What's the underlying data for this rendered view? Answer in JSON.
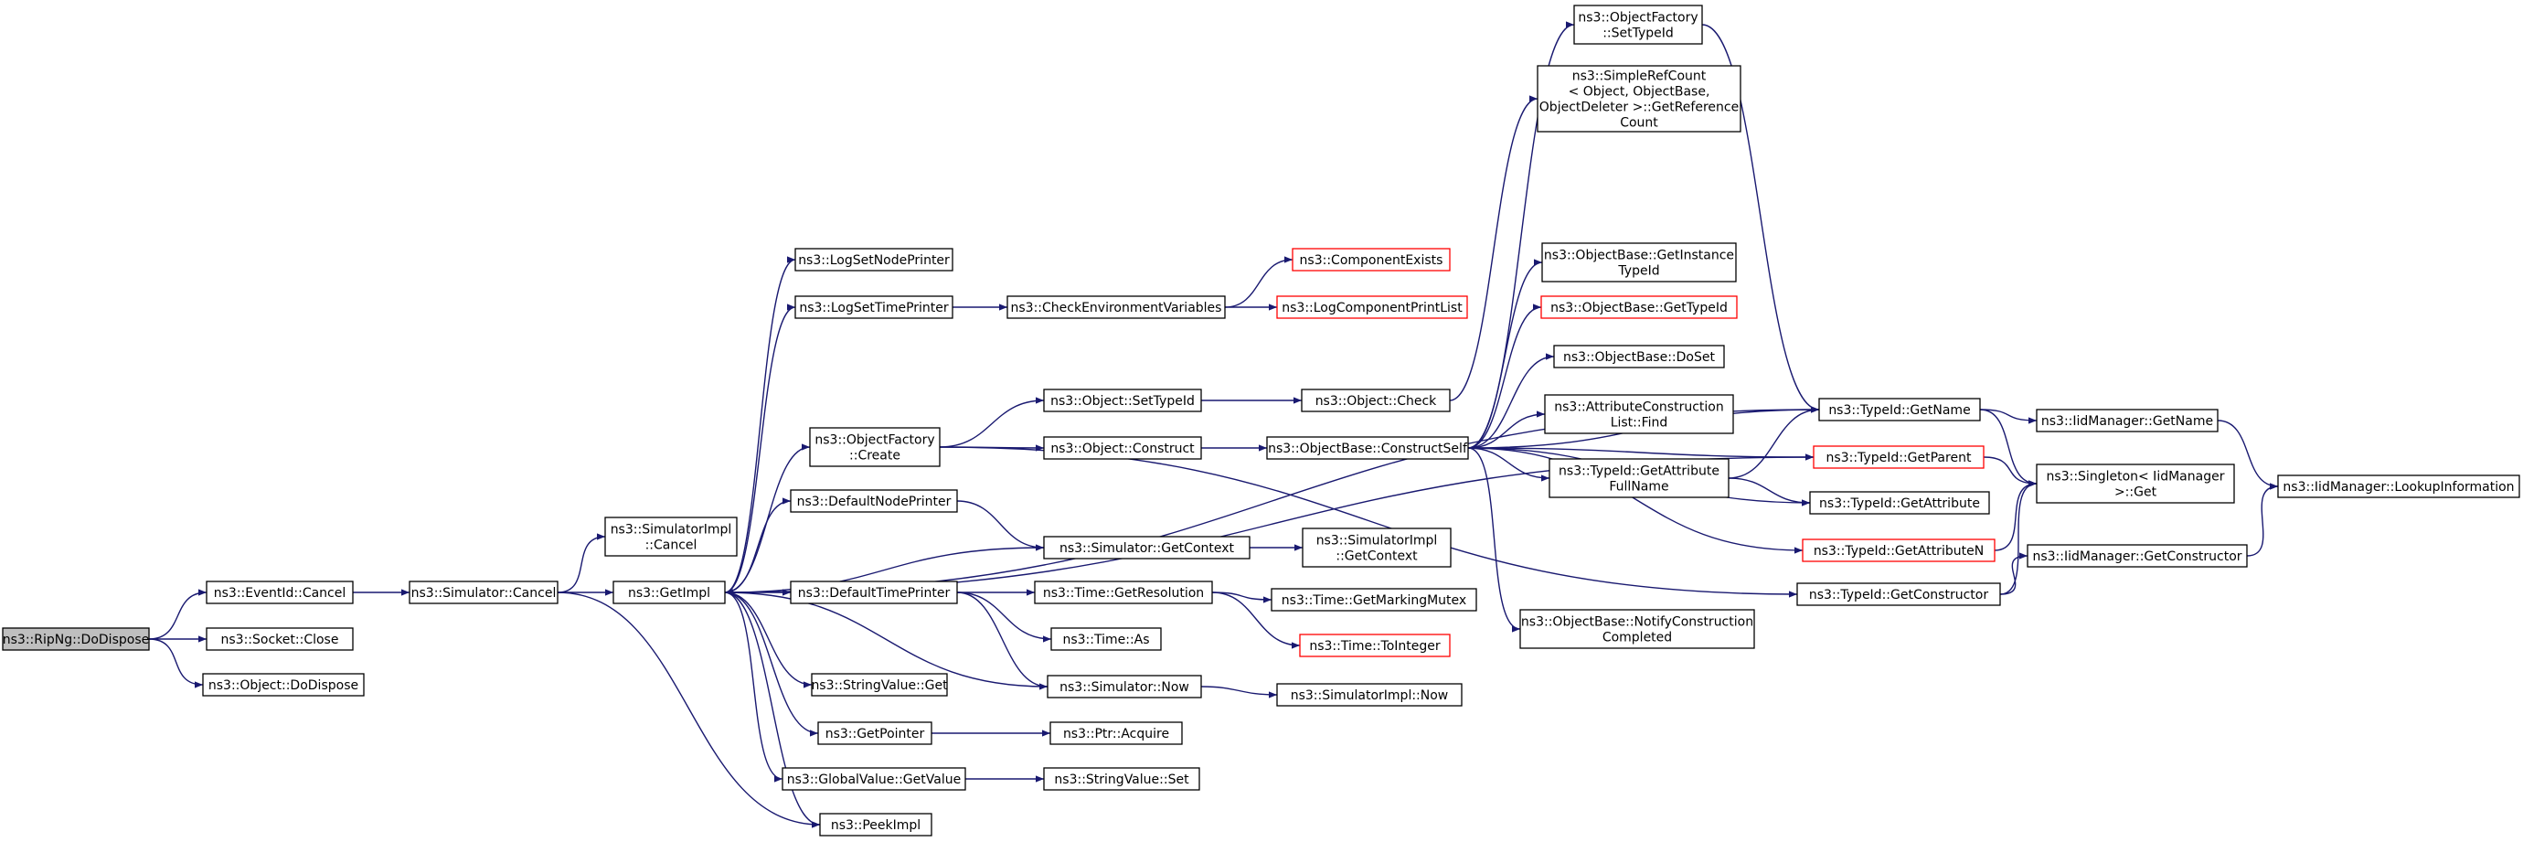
{
  "colors": {
    "edge": "#191970",
    "node_border": "#000000",
    "node_border_incomplete": "#ff0000",
    "root_fill": "#bfbfbf",
    "node_fill": "#ffffff"
  },
  "nodes": [
    {
      "id": "n_ripng_dodispose",
      "lines": [
        "ns3::RipNg::DoDispose"
      ],
      "style": "root"
    },
    {
      "id": "n_eventid_cancel",
      "lines": [
        "ns3::EventId::Cancel"
      ]
    },
    {
      "id": "n_socket_close",
      "lines": [
        "ns3::Socket::Close"
      ]
    },
    {
      "id": "n_object_dodispose",
      "lines": [
        "ns3::Object::DoDispose"
      ]
    },
    {
      "id": "n_simulator_cancel",
      "lines": [
        "ns3::Simulator::Cancel"
      ]
    },
    {
      "id": "n_simulatorimpl_cancel",
      "lines": [
        "ns3::SimulatorImpl",
        "::Cancel"
      ]
    },
    {
      "id": "n_getimpl",
      "lines": [
        "ns3::GetImpl"
      ]
    },
    {
      "id": "n_peekimpl",
      "lines": [
        "ns3::PeekImpl"
      ]
    },
    {
      "id": "n_logsetnodeprinter",
      "lines": [
        "ns3::LogSetNodePrinter"
      ]
    },
    {
      "id": "n_logsettimeprinter",
      "lines": [
        "ns3::LogSetTimePrinter"
      ]
    },
    {
      "id": "n_objectfactory_create",
      "lines": [
        "ns3::ObjectFactory",
        "::Create"
      ]
    },
    {
      "id": "n_defaultnodeprinter",
      "lines": [
        "ns3::DefaultNodePrinter"
      ]
    },
    {
      "id": "n_defaulttimeprinter",
      "lines": [
        "ns3::DefaultTimePrinter"
      ]
    },
    {
      "id": "n_stringvalue_get",
      "lines": [
        "ns3::StringValue::Get"
      ]
    },
    {
      "id": "n_getpointer",
      "lines": [
        "ns3::GetPointer"
      ]
    },
    {
      "id": "n_globalvalue_getvalue",
      "lines": [
        "ns3::GlobalValue::GetValue"
      ]
    },
    {
      "id": "n_checkenvvars",
      "lines": [
        "ns3::CheckEnvironmentVariables"
      ]
    },
    {
      "id": "n_object_settypeid",
      "lines": [
        "ns3::Object::SetTypeId"
      ]
    },
    {
      "id": "n_object_construct",
      "lines": [
        "ns3::Object::Construct"
      ]
    },
    {
      "id": "n_simulator_getcontext",
      "lines": [
        "ns3::Simulator::GetContext"
      ]
    },
    {
      "id": "n_time_getresolution",
      "lines": [
        "ns3::Time::GetResolution"
      ]
    },
    {
      "id": "n_time_as",
      "lines": [
        "ns3::Time::As"
      ]
    },
    {
      "id": "n_simulator_now",
      "lines": [
        "ns3::Simulator::Now"
      ]
    },
    {
      "id": "n_ptr_acquire",
      "lines": [
        "ns3::Ptr::Acquire"
      ]
    },
    {
      "id": "n_stringvalue_set",
      "lines": [
        "ns3::StringValue::Set"
      ]
    },
    {
      "id": "n_componentexists",
      "lines": [
        "ns3::ComponentExists"
      ],
      "style": "incomplete"
    },
    {
      "id": "n_logcomponentprintlist",
      "lines": [
        "ns3::LogComponentPrintList"
      ],
      "style": "incomplete"
    },
    {
      "id": "n_object_check",
      "lines": [
        "ns3::Object::Check"
      ]
    },
    {
      "id": "n_objectbase_constructself",
      "lines": [
        "ns3::ObjectBase::ConstructSelf"
      ]
    },
    {
      "id": "n_simulatorimpl_getcontext",
      "lines": [
        "ns3::SimulatorImpl",
        "::GetContext"
      ]
    },
    {
      "id": "n_time_getmarkingmutex",
      "lines": [
        "ns3::Time::GetMarkingMutex"
      ]
    },
    {
      "id": "n_time_tointeger",
      "lines": [
        "ns3::Time::ToInteger"
      ],
      "style": "incomplete"
    },
    {
      "id": "n_simulatorimpl_now",
      "lines": [
        "ns3::SimulatorImpl::Now"
      ]
    },
    {
      "id": "n_objectfactory_settypeid",
      "lines": [
        "ns3::ObjectFactory",
        "::SetTypeId"
      ]
    },
    {
      "id": "n_simplerefcount",
      "lines": [
        "ns3::SimpleRefCount",
        "< Object, ObjectBase,",
        "ObjectDeleter >::GetReference",
        "Count"
      ]
    },
    {
      "id": "n_objectbase_getinstancetypeid",
      "lines": [
        "ns3::ObjectBase::GetInstance",
        "TypeId"
      ]
    },
    {
      "id": "n_objectbase_gettypeid",
      "lines": [
        "ns3::ObjectBase::GetTypeId"
      ],
      "style": "incomplete"
    },
    {
      "id": "n_objectbase_doset",
      "lines": [
        "ns3::ObjectBase::DoSet"
      ]
    },
    {
      "id": "n_attrconstructionlist_find",
      "lines": [
        "ns3::AttributeConstruction",
        "List::Find"
      ]
    },
    {
      "id": "n_typeid_getattributefullname",
      "lines": [
        "ns3::TypeId::GetAttribute",
        "FullName"
      ]
    },
    {
      "id": "n_objectbase_notify",
      "lines": [
        "ns3::ObjectBase::NotifyConstruction",
        "Completed"
      ]
    },
    {
      "id": "n_typeid_getname",
      "lines": [
        "ns3::TypeId::GetName"
      ]
    },
    {
      "id": "n_typeid_getparent",
      "lines": [
        "ns3::TypeId::GetParent"
      ],
      "style": "incomplete"
    },
    {
      "id": "n_typeid_getattribute",
      "lines": [
        "ns3::TypeId::GetAttribute"
      ]
    },
    {
      "id": "n_typeid_getattributen",
      "lines": [
        "ns3::TypeId::GetAttributeN"
      ],
      "style": "incomplete"
    },
    {
      "id": "n_typeid_getconstructor",
      "lines": [
        "ns3::TypeId::GetConstructor"
      ]
    },
    {
      "id": "n_iidmanager_getname",
      "lines": [
        "ns3::IidManager::GetName"
      ]
    },
    {
      "id": "n_singleton_get",
      "lines": [
        "ns3::Singleton< IidManager",
        ">::Get"
      ]
    },
    {
      "id": "n_iidmanager_getconstructor",
      "lines": [
        "ns3::IidManager::GetConstructor"
      ]
    },
    {
      "id": "n_iidmanager_lookupinformation",
      "lines": [
        "ns3::IidManager::LookupInformation"
      ]
    }
  ],
  "edges": [
    {
      "from": "n_ripng_dodispose",
      "to": "n_eventid_cancel"
    },
    {
      "from": "n_ripng_dodispose",
      "to": "n_socket_close"
    },
    {
      "from": "n_ripng_dodispose",
      "to": "n_object_dodispose"
    },
    {
      "from": "n_eventid_cancel",
      "to": "n_simulator_cancel"
    },
    {
      "from": "n_simulator_cancel",
      "to": "n_simulatorimpl_cancel"
    },
    {
      "from": "n_simulator_cancel",
      "to": "n_getimpl"
    },
    {
      "from": "n_simulator_cancel",
      "to": "n_peekimpl"
    },
    {
      "from": "n_getimpl",
      "to": "n_logsetnodeprinter"
    },
    {
      "from": "n_getimpl",
      "to": "n_logsettimeprinter"
    },
    {
      "from": "n_getimpl",
      "to": "n_objectfactory_create"
    },
    {
      "from": "n_getimpl",
      "to": "n_defaultnodeprinter"
    },
    {
      "from": "n_getimpl",
      "to": "n_defaulttimeprinter"
    },
    {
      "from": "n_getimpl",
      "to": "n_stringvalue_get"
    },
    {
      "from": "n_getimpl",
      "to": "n_getpointer"
    },
    {
      "from": "n_getimpl",
      "to": "n_globalvalue_getvalue"
    },
    {
      "from": "n_getimpl",
      "to": "n_peekimpl"
    },
    {
      "from": "n_getimpl",
      "to": "n_typeid_getname"
    },
    {
      "from": "n_getimpl",
      "to": "n_typeid_getparent"
    },
    {
      "from": "n_logsettimeprinter",
      "to": "n_checkenvvars"
    },
    {
      "from": "n_checkenvvars",
      "to": "n_componentexists"
    },
    {
      "from": "n_checkenvvars",
      "to": "n_logcomponentprintlist"
    },
    {
      "from": "n_objectfactory_create",
      "to": "n_object_settypeid"
    },
    {
      "from": "n_objectfactory_create",
      "to": "n_object_construct"
    },
    {
      "from": "n_objectfactory_create",
      "to": "n_typeid_getconstructor"
    },
    {
      "from": "n_object_settypeid",
      "to": "n_object_check"
    },
    {
      "from": "n_object_construct",
      "to": "n_objectbase_constructself"
    },
    {
      "from": "n_object_check",
      "to": "n_simplerefcount"
    },
    {
      "from": "n_defaultnodeprinter",
      "to": "n_simulator_getcontext"
    },
    {
      "from": "n_simulator_getcontext",
      "to": "n_getimpl"
    },
    {
      "from": "n_simulator_getcontext",
      "to": "n_simulatorimpl_getcontext"
    },
    {
      "from": "n_defaulttimeprinter",
      "to": "n_time_getresolution"
    },
    {
      "from": "n_defaulttimeprinter",
      "to": "n_time_as"
    },
    {
      "from": "n_defaulttimeprinter",
      "to": "n_simulator_now"
    },
    {
      "from": "n_time_getresolution",
      "to": "n_time_getmarkingmutex"
    },
    {
      "from": "n_time_getresolution",
      "to": "n_time_tointeger"
    },
    {
      "from": "n_simulator_now",
      "to": "n_getimpl"
    },
    {
      "from": "n_simulator_now",
      "to": "n_simulatorimpl_now"
    },
    {
      "from": "n_getpointer",
      "to": "n_ptr_acquire"
    },
    {
      "from": "n_globalvalue_getvalue",
      "to": "n_stringvalue_set"
    },
    {
      "from": "n_objectbase_constructself",
      "to": "n_objectfactory_settypeid"
    },
    {
      "from": "n_objectbase_constructself",
      "to": "n_objectbase_getinstancetypeid"
    },
    {
      "from": "n_objectbase_constructself",
      "to": "n_objectbase_gettypeid"
    },
    {
      "from": "n_objectbase_constructself",
      "to": "n_objectbase_doset"
    },
    {
      "from": "n_objectbase_constructself",
      "to": "n_attrconstructionlist_find"
    },
    {
      "from": "n_objectbase_constructself",
      "to": "n_typeid_getattributefullname"
    },
    {
      "from": "n_objectbase_constructself",
      "to": "n_objectbase_notify"
    },
    {
      "from": "n_objectbase_constructself",
      "to": "n_typeid_getattribute"
    },
    {
      "from": "n_objectbase_constructself",
      "to": "n_typeid_getattributen"
    },
    {
      "from": "n_objectbase_constructself",
      "to": "n_typeid_getname"
    },
    {
      "from": "n_objectbase_constructself",
      "to": "n_typeid_getparent"
    },
    {
      "from": "n_objectfactory_settypeid",
      "to": "n_typeid_getname"
    },
    {
      "from": "n_typeid_getattributefullname",
      "to": "n_typeid_getname"
    },
    {
      "from": "n_typeid_getattributefullname",
      "to": "n_typeid_getattribute"
    },
    {
      "from": "n_typeid_getname",
      "to": "n_iidmanager_getname"
    },
    {
      "from": "n_typeid_getname",
      "to": "n_singleton_get"
    },
    {
      "from": "n_typeid_getparent",
      "to": "n_singleton_get"
    },
    {
      "from": "n_typeid_getattributen",
      "to": "n_singleton_get"
    },
    {
      "from": "n_typeid_getconstructor",
      "to": "n_singleton_get"
    },
    {
      "from": "n_typeid_getconstructor",
      "to": "n_iidmanager_getconstructor"
    },
    {
      "from": "n_iidmanager_getname",
      "to": "n_iidmanager_lookupinformation"
    },
    {
      "from": "n_iidmanager_getconstructor",
      "to": "n_iidmanager_lookupinformation"
    }
  ]
}
